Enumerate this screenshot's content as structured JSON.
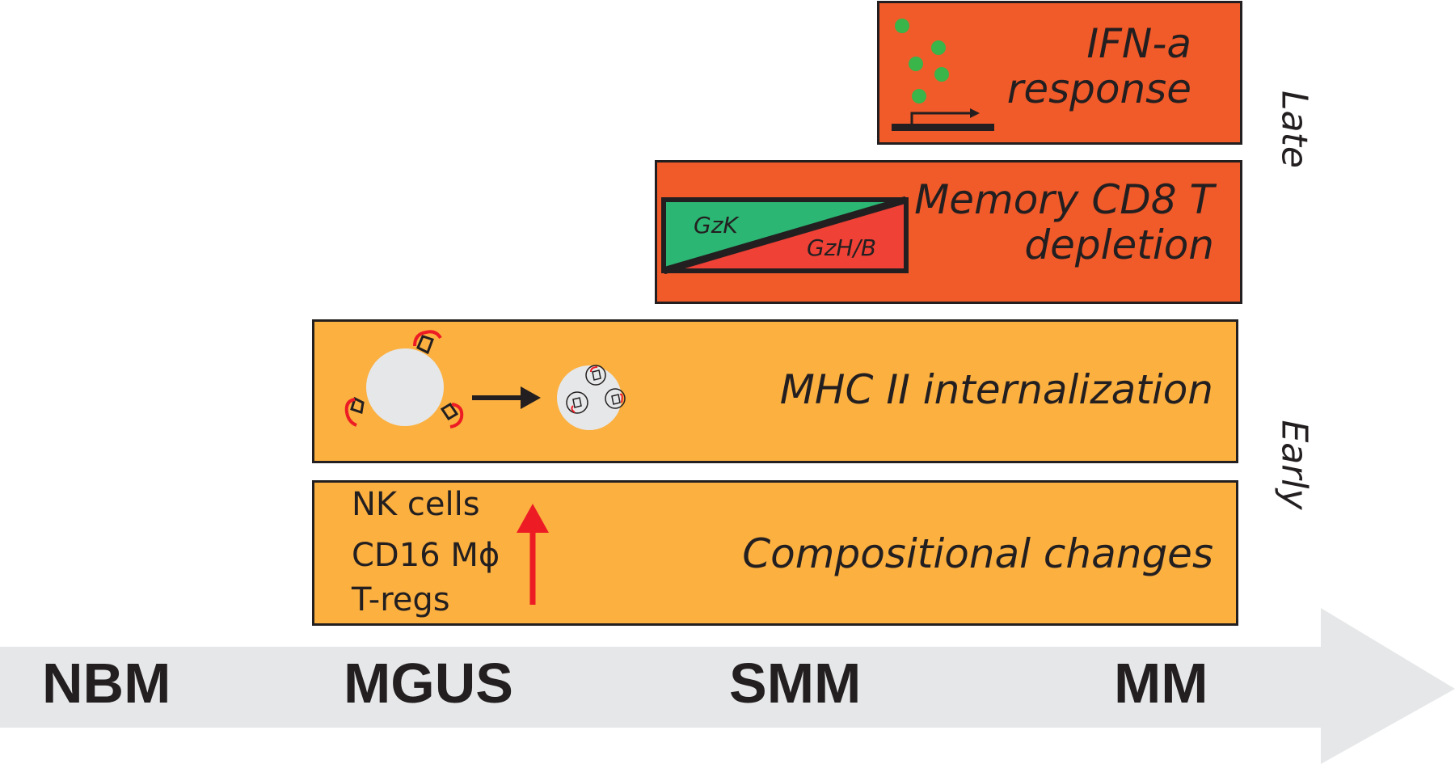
{
  "timeline": {
    "stages": [
      "NBM",
      "MGUS",
      "SMM",
      "MM"
    ]
  },
  "phases": {
    "late": "Late",
    "early": "Early"
  },
  "boxes": {
    "ifn": {
      "line1": "IFN-a",
      "line2": "response"
    },
    "cd8": {
      "line1": "Memory CD8 T",
      "line2": "depletion",
      "gzk": "GzK",
      "gzhb": "GzH/B"
    },
    "mhc": {
      "label": "MHC II internalization"
    },
    "comp": {
      "label": "Compositional changes",
      "items": [
        "NK cells",
        "CD16 Mϕ",
        "T-regs"
      ]
    }
  },
  "colors": {
    "late_box": "#f15a29",
    "early_box": "#fbb040",
    "arrow": "#e6e7e8",
    "green": "#2bb673",
    "red_tri": "#ef4136",
    "dots": "#39b54a",
    "up_arrow": "#ed1c24"
  },
  "icons": {
    "ifn": "cytokine-dots-promoter-icon",
    "cd8": "granzyme-ratio-icon",
    "mhc": "mhc-internalization-icon",
    "comp": "increase-arrow-icon"
  }
}
